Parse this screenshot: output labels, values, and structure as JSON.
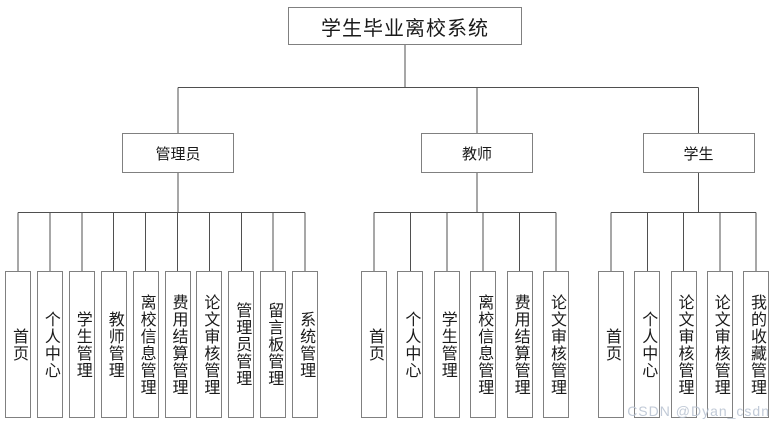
{
  "tree": {
    "root": "学生毕业离校系统",
    "branches": [
      {
        "label": "管理员",
        "children": [
          "首页",
          "个人中心",
          "学生管理",
          "教师管理",
          "离校信息管理",
          "费用结算管理",
          "论文审核管理",
          "管理员管理",
          "留言板管理",
          "系统管理"
        ]
      },
      {
        "label": "教师",
        "children": [
          "首页",
          "个人中心",
          "学生管理",
          "离校信息管理",
          "费用结算管理",
          "论文审核管理"
        ]
      },
      {
        "label": "学生",
        "children": [
          "首页",
          "个人中心",
          "论文审核管理",
          "论文审核管理",
          "我的收藏管理"
        ]
      }
    ]
  },
  "watermark": "CSDN @Dyan_csdn",
  "colors": {
    "box_border": "#808080",
    "connector": "#4f4f4f",
    "text": "#1a1a1a",
    "watermark": "#bac4d3",
    "background": "#ffffff"
  }
}
